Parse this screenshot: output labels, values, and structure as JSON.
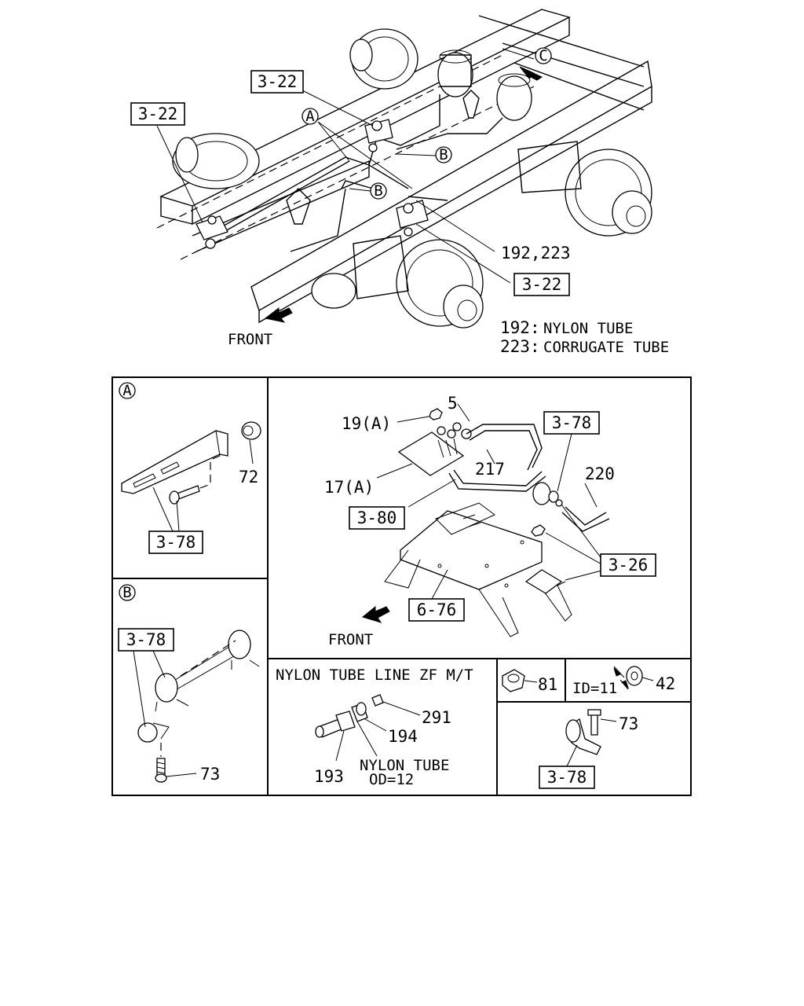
{
  "top": {
    "refs": {
      "r322_a": "3-22",
      "r322_b": "3-22",
      "r322_c": "3-22",
      "p192_223": "192,223"
    },
    "callouts": {
      "A": "A",
      "B1": "B",
      "B2": "B",
      "C": "C"
    },
    "front": "FRONT",
    "legend": [
      {
        "num": "192",
        "sep": ":",
        "desc": "NYLON TUBE"
      },
      {
        "num": "223",
        "sep": ":",
        "desc": "CORRUGATE TUBE"
      }
    ]
  },
  "panel_a": {
    "callout": "A",
    "p72": "72",
    "r378": "3-78"
  },
  "panel_b": {
    "callout": "B",
    "r378": "3-78",
    "p73": "73"
  },
  "panel_main": {
    "p5": "5",
    "p19a": "19(A)",
    "p17a": "17(A)",
    "p217": "217",
    "r378": "3-78",
    "p220": "220",
    "r380": "3-80",
    "r326": "3-26",
    "r676": "6-76",
    "front": "FRONT"
  },
  "panel_nylon": {
    "title": "NYLON TUBE LINE ZF M/T",
    "p291": "291",
    "p194": "194",
    "p193": "193",
    "tube_label": "NYLON TUBE",
    "tube_od": "OD=12"
  },
  "panel_81": {
    "p81": "81"
  },
  "panel_42": {
    "id": "ID=11",
    "p42": "42"
  },
  "panel_73": {
    "p73": "73",
    "r378": "3-78"
  }
}
